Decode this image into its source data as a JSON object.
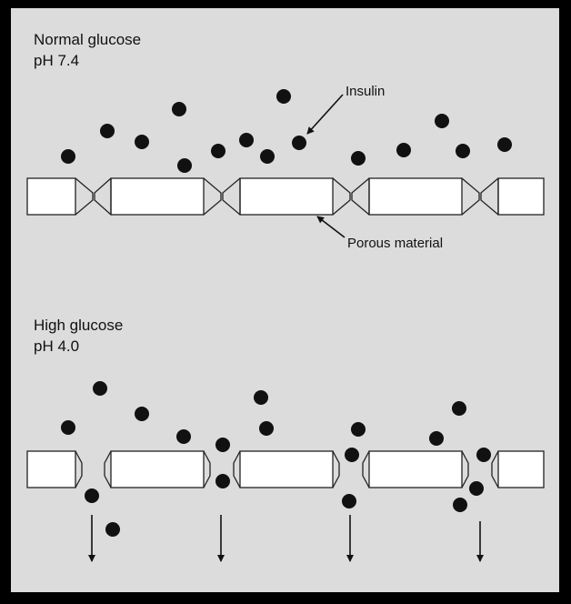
{
  "panels": [
    {
      "title_line1": "Normal glucose",
      "title_line2": "pH 7.4"
    },
    {
      "title_line1": "High glucose",
      "title_line2": "pH 4.0"
    }
  ],
  "labels": {
    "insulin": "Insulin",
    "porous_material": "Porous material"
  },
  "colors": {
    "background": "#dcdcdc",
    "particle": "#111111",
    "membrane_fill": "#ffffff",
    "outline": "#222222",
    "frame": "#000000"
  }
}
